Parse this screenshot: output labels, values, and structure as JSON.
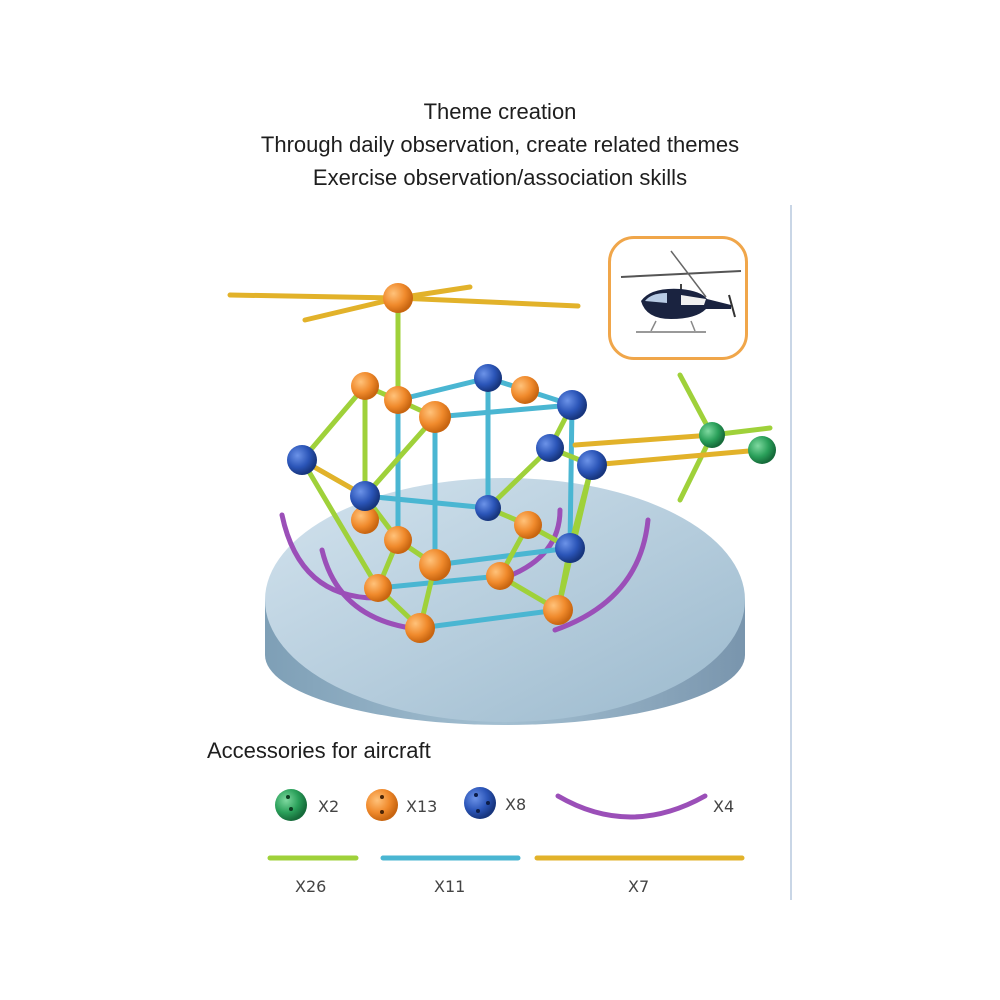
{
  "header": {
    "line1": "Theme creation",
    "line2": "Through daily observation, create related themes",
    "line3": "Exercise observation/association skills"
  },
  "accessories": {
    "title": "Accessories for aircraft",
    "items": [
      {
        "id": "green-ball",
        "color": "#2aa05a",
        "qty": "X2"
      },
      {
        "id": "orange-ball",
        "color": "#f08a2c",
        "qty": "X13"
      },
      {
        "id": "blue-ball",
        "color": "#2b55b8",
        "qty": "X8"
      },
      {
        "id": "purple-arc",
        "color": "#9b4fb8",
        "qty": "X4"
      },
      {
        "id": "lime-stick",
        "color": "#9fd13a",
        "qty": "X26"
      },
      {
        "id": "cyan-stick",
        "color": "#4ab6d2",
        "qty": "X11"
      },
      {
        "id": "yellow-stick",
        "color": "#e2b22a",
        "qty": "X7"
      }
    ]
  },
  "colors": {
    "accent_orange": "#f0a64a",
    "platform": "#a9c4d6",
    "divider": "#c9d6e6"
  }
}
